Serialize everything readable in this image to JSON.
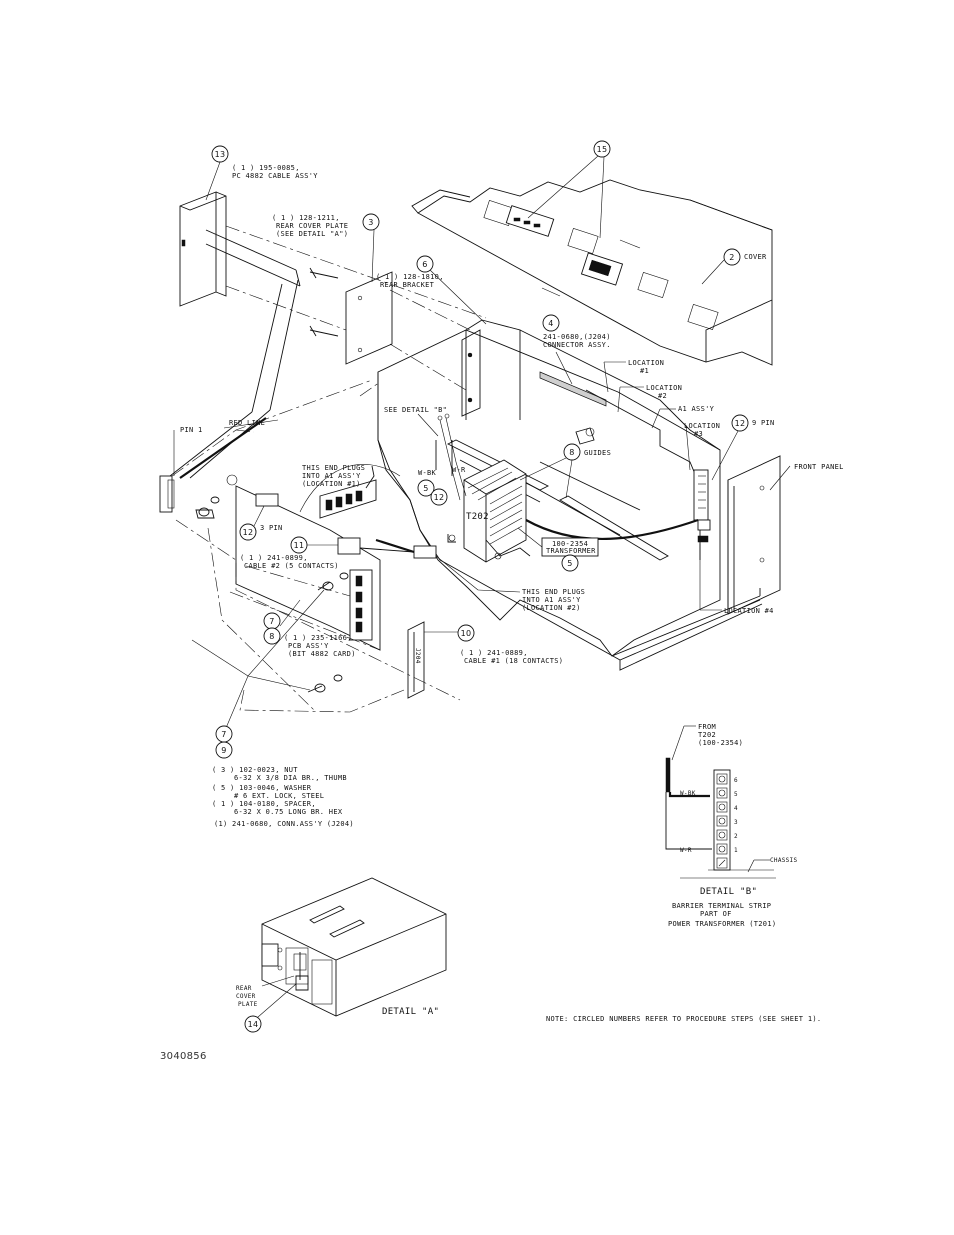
{
  "document": {
    "drawing_number": "3040856",
    "note": "NOTE: CIRCLED NUMBERS REFER TO PROCEDURE STEPS (SEE SHEET 1)."
  },
  "balloons": {
    "b15": "15",
    "b13": "13",
    "b3": "3",
    "b2": "2",
    "b6": "6",
    "b4": "4",
    "b12a": "12",
    "b8": "8",
    "b5a": "5",
    "b12b": "12",
    "b5b": "5",
    "b12c": "12",
    "b11": "11",
    "b7a": "7",
    "b8b": "8",
    "b10": "10",
    "b7b": "7",
    "b9": "9",
    "b14": "14"
  },
  "labels": {
    "gpib_cable_qty": "( 1 ) 195-0085,",
    "gpib_cable_name": "PC 4882 CABLE ASS'Y",
    "rear_cover_qty": "( 1 ) 128-1211,",
    "rear_cover_name": "REAR COVER PLATE",
    "rear_cover_see": "(SEE DETAIL \"A\")",
    "rear_bracket_qty": "( 1 ) 128-1810,",
    "rear_bracket_name": "REAR BRACKET",
    "cover": "COVER",
    "connector_qty": "241-0680,(J204)",
    "connector_name": "CONNECTOR ASSY.",
    "loc1": "LOCATION",
    "loc1_num": "#1",
    "loc2": "LOCATION",
    "loc2_num": "#2",
    "a1_assy": "A1 ASS'Y",
    "loc3": "LOCATION",
    "loc3_num": "#3",
    "nine_pin": "9 PIN",
    "front_panel": "FRONT PANEL",
    "see_detail_b": "SEE DETAIL \"B\"",
    "w_bk": "W-BK",
    "w_r": "W-R",
    "guides": "GUIDES",
    "t202": "T202",
    "transformer_part": "100-2354",
    "transformer_name": "TRANSFORMER",
    "red_line": "RED LINE",
    "pin1": "PIN 1",
    "plug_a1_line1": "THIS END PLUGS",
    "plug_a1_line2": "INTO A1 ASS'Y",
    "plug_a1_line3": "(LOCATION #1)",
    "three_pin": "3 PIN",
    "cable2_qty": "( 1 ) 241-0899,",
    "cable2_name": "CABLE #2 (5 CONTACTS)",
    "plug_a2_line1": "THIS END PLUGS",
    "plug_a2_line2": "INTO A1 ASS'Y",
    "plug_a2_line3": "(LOCATION #2)",
    "loc4": "LOCATION #4",
    "pcb_qty": "( 1 ) 235-1166,",
    "pcb_name": "PCB ASS'Y",
    "pcb_card": "(BIT 4882 CARD)",
    "cable1_qty": "( 1 ) 241-0889,",
    "cable1_name": "CABLE #1 (18 CONTACTS)",
    "j204": "J204",
    "nut_qty": "( 3 ) 102-0023, NUT",
    "nut_spec": "6-32 X 3/8 DIA BR., THUMB",
    "washer_qty": "( 5 ) 103-0046, WASHER",
    "washer_spec": "# 6 EXT. LOCK, STEEL",
    "spacer_qty": "( 1 ) 104-0180, SPACER,",
    "spacer_spec": "6-32 X 0.75 LONG BR. HEX",
    "conn_assy": "(1) 241-0680, CONN.ASS'Y (J204)"
  },
  "detail_b": {
    "from": "FROM",
    "from_part": "T202",
    "from_part_num": "(100-2354)",
    "w_bk": "W-BK",
    "w_r": "W-R",
    "chassis": "CHASSIS",
    "title": "DETAIL \"B\"",
    "sub1": "BARRIER TERMINAL STRIP",
    "sub2": "PART OF",
    "sub3": "POWER TRANSFORMER (T201)",
    "terminals": [
      "6",
      "5",
      "4",
      "3",
      "2",
      "1"
    ]
  },
  "detail_a": {
    "rear1": "REAR",
    "rear2": "COVER",
    "rear3": "PLATE",
    "title": "DETAIL \"A\""
  }
}
